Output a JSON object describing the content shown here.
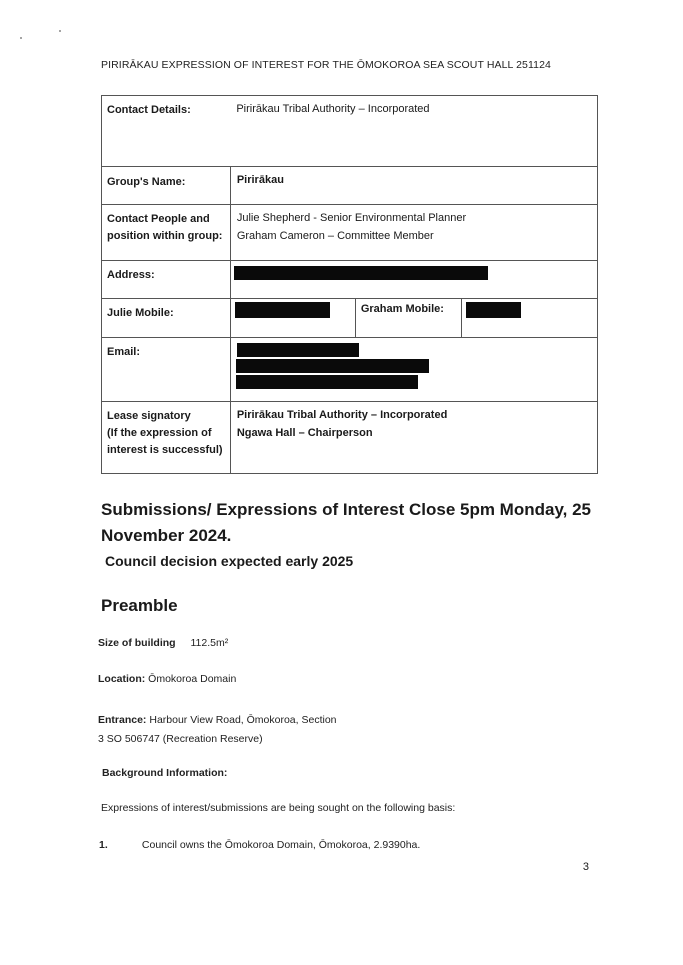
{
  "header": "PIRIRĀKAU EXPRESSION OF INTEREST FOR THE ŌMOKOROA SEA SCOUT HALL 251124",
  "form": {
    "contact_details_label": "Contact Details:",
    "contact_details_value": "Pirirākau Tribal Authority – Incorporated",
    "group_name_label": "Group's Name:",
    "group_name_value": "Pirirākau",
    "contact_people_label_1": "Contact People and",
    "contact_people_label_2": "position within group:",
    "contact_people_value_1": "Julie Shepherd - Senior Environmental Planner",
    "contact_people_value_2": "Graham Cameron – Committee Member",
    "address_label": "Address:",
    "julie_mobile_label": "Julie Mobile:",
    "graham_mobile_label": "Graham Mobile:",
    "email_label": "Email:",
    "lease_label_1": "Lease signatory",
    "lease_label_2": "(If the expression of",
    "lease_label_3": "interest is successful)",
    "lease_value_1": "Pirirākau Tribal Authority – Incorporated",
    "lease_value_2": "Ngawa Hall – Chairperson"
  },
  "headings": {
    "submissions": "Submissions/ Expressions of Interest Close 5pm Monday, 25 November 2024.",
    "council": "Council decision expected early 2025",
    "preamble": "Preamble"
  },
  "body": {
    "size_label": "Size of building",
    "size_value": "112.5m²",
    "location_label": "Location:",
    "location_value": "Ōmokoroa Domain",
    "entrance_label": "Entrance:",
    "entrance_value_1": "Harbour View Road, Ōmokoroa, Section",
    "entrance_value_2": "3 SO 506747 (Recreation Reserve)",
    "background_label": "Background Information:",
    "expressions_text": "Expressions of interest/submissions are being sought on the following basis:",
    "item1_number": "1.",
    "item1_text": "Council owns the Ōmokoroa Domain, Ōmokoroa, 2.9390ha."
  },
  "page_number": "3"
}
